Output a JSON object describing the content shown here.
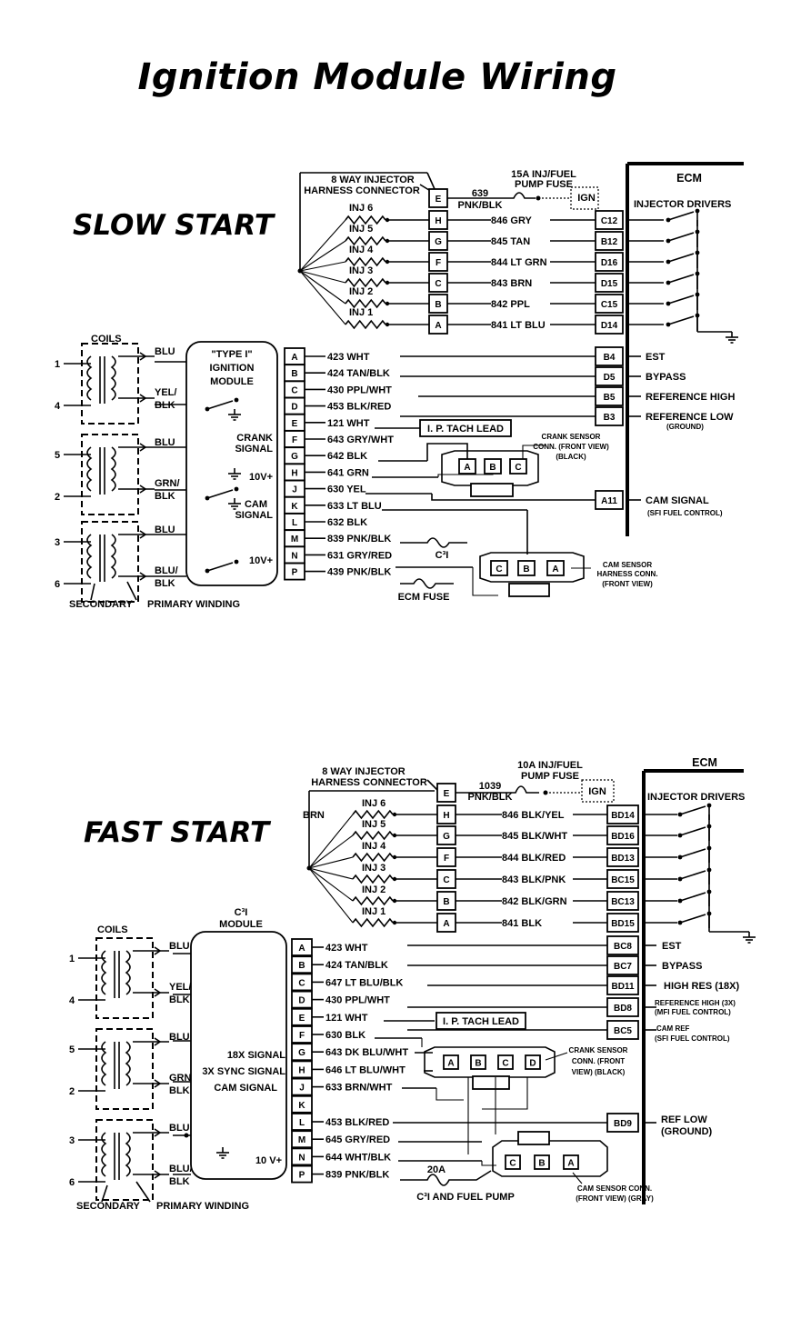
{
  "title": "Ignition Module Wiring",
  "slow": {
    "heading": "SLOW START",
    "injector_connector": [
      "8 WAY INJECTOR",
      "HARNESS CONNECTOR"
    ],
    "fuse": [
      "15A INJ/FUEL",
      "PUMP FUSE"
    ],
    "ign": "IGN",
    "pump_wire": [
      "639",
      "PNK/BLK"
    ],
    "ecm": "ECM",
    "injector_drivers": "INJECTOR DRIVERS",
    "inj_pins": [
      "E",
      "H",
      "G",
      "F",
      "C",
      "B",
      "A"
    ],
    "injectors": [
      "INJ 6",
      "INJ 5",
      "INJ 4",
      "INJ 3",
      "INJ 2",
      "INJ 1"
    ],
    "inj_wires": [
      "846 GRY",
      "845 TAN",
      "844 LT GRN",
      "843 BRN",
      "842 PPL",
      "841 LT BLU"
    ],
    "ecm_inj_pins": [
      "C12",
      "B12",
      "D16",
      "D15",
      "C15",
      "D14"
    ],
    "coils": "COILS",
    "coil_nums": [
      "1",
      "4",
      "5",
      "2",
      "3",
      "6"
    ],
    "coil_wires": [
      "BLU",
      "YEL/",
      "BLK",
      "BLU",
      "GRN/",
      "BLK",
      "BLU",
      "BLU/",
      "BLK"
    ],
    "module": [
      "\"TYPE I\"",
      "IGNITION",
      "MODULE"
    ],
    "crank_signal": [
      "CRANK",
      "SIGNAL"
    ],
    "cam_signal": [
      "CAM",
      "SIGNAL"
    ],
    "tenv": [
      "10V+",
      "10V+"
    ],
    "mod_pins": [
      "A",
      "B",
      "C",
      "D",
      "E",
      "F",
      "G",
      "H",
      "J",
      "K",
      "L",
      "M",
      "N",
      "P"
    ],
    "mod_wires": [
      "423 WHT",
      "424 TAN/BLK",
      "430 PPL/WHT",
      "453 BLK/RED",
      "121 WHT",
      "643 GRY/WHT",
      "642 BLK",
      "641 GRN",
      "630 YEL",
      "633 LT BLU",
      "632 BLK",
      "839 PNK/BLK",
      "631 GRY/RED",
      "439 PNK/BLK"
    ],
    "tach_lead": "I. P. TACH LEAD",
    "ecm_pins": [
      "B4",
      "D5",
      "B5",
      "B3"
    ],
    "ecm_labels": [
      "EST",
      "BYPASS",
      "REFERENCE HIGH",
      "REFERENCE LOW"
    ],
    "ground_label": "(GROUND)",
    "crank_sensor": [
      "CRANK SENSOR",
      "CONN. (FRONT VIEW)",
      "(BLACK)"
    ],
    "sensor_pins": [
      "A",
      "B",
      "C"
    ],
    "cam_pin": "A11",
    "cam_label": [
      "CAM SIGNAL",
      "(SFI FUEL CONTROL)"
    ],
    "c3i": "C³I",
    "cam_sensor": [
      "CAM SENSOR",
      "HARNESS CONN.",
      "(FRONT VIEW)"
    ],
    "cam_pins": [
      "C",
      "B",
      "A"
    ],
    "ecm_fuse": "ECM FUSE",
    "secondary": "SECONDARY",
    "primary": "PRIMARY WINDING"
  },
  "fast": {
    "heading": "FAST START",
    "injector_connector": [
      "8 WAY INJECTOR",
      "HARNESS CONNECTOR"
    ],
    "fuse": [
      "10A INJ/FUEL",
      "PUMP FUSE"
    ],
    "ign": "IGN",
    "pump_wire": [
      "1039",
      "PNK/BLK"
    ],
    "ecm": "ECM",
    "injector_drivers": "INJECTOR DRIVERS",
    "brn": "BRN",
    "inj_pins": [
      "E",
      "H",
      "G",
      "F",
      "C",
      "B",
      "A"
    ],
    "injectors": [
      "INJ 6",
      "INJ 5",
      "INJ 4",
      "INJ 3",
      "INJ 2",
      "INJ 1"
    ],
    "inj_wires": [
      "846 BLK/YEL",
      "845 BLK/WHT",
      "844 BLK/RED",
      "843 BLK/PNK",
      "842 BLK/GRN",
      "841 BLK"
    ],
    "ecm_inj_pins": [
      "BD14",
      "BD16",
      "BD13",
      "BC15",
      "BC13",
      "BD15"
    ],
    "coils": "COILS",
    "coil_nums": [
      "1",
      "4",
      "5",
      "2",
      "3",
      "6"
    ],
    "coil_wires": [
      "BLU",
      "YEL/",
      "BLK",
      "BLU",
      "GRN/",
      "BLK",
      "BLU",
      "BLU/",
      "BLK"
    ],
    "module": [
      "C³I",
      "MODULE"
    ],
    "signals": [
      "18X SIGNAL",
      "3X SYNC SIGNAL",
      "CAM SIGNAL"
    ],
    "tenv": "10 V+",
    "mod_pins": [
      "A",
      "B",
      "C",
      "D",
      "E",
      "F",
      "G",
      "H",
      "J",
      "K",
      "L",
      "M",
      "N",
      "P"
    ],
    "mod_wires": [
      "423 WHT",
      "424 TAN/BLK",
      "647 LT BLU/BLK",
      "430 PPL/WHT",
      "121 WHT",
      "630 BLK",
      "643 DK BLU/WHT",
      "646 LT BLU/WHT",
      "633 BRN/WHT",
      "",
      "453 BLK/RED",
      "645 GRY/RED",
      "644 WHT/BLK",
      "839 PNK/BLK"
    ],
    "tach_lead": "I. P. TACH LEAD",
    "ecm_pins": [
      "BC8",
      "BC7",
      "BD11",
      "BD8",
      "BC5"
    ],
    "ecm_labels": [
      "EST",
      "BYPASS",
      "HIGH RES (18X)"
    ],
    "ref_high": [
      "REFERENCE HIGH (3X)",
      "(MFI FUEL CONTROL)"
    ],
    "cam_ref": [
      "CAM REF",
      "(SFI FUEL CONTROL)"
    ],
    "crank_sensor": [
      "CRANK SENSOR",
      "CONN. (FRONT",
      "VIEW) (BLACK)"
    ],
    "sensor_pins": [
      "A",
      "B",
      "C",
      "D"
    ],
    "bd9": "BD9",
    "ref_low": [
      "REF LOW",
      "(GROUND)"
    ],
    "fuse20": "20A",
    "c3i_fuel": "C³I AND FUEL PUMP",
    "cam_sensor": [
      "CAM SENSOR CONN.",
      "(FRONT VIEW) (GRAY)"
    ],
    "cam_pins": [
      "C",
      "B",
      "A"
    ],
    "secondary": "SECONDARY",
    "primary": "PRIMARY WINDING"
  }
}
